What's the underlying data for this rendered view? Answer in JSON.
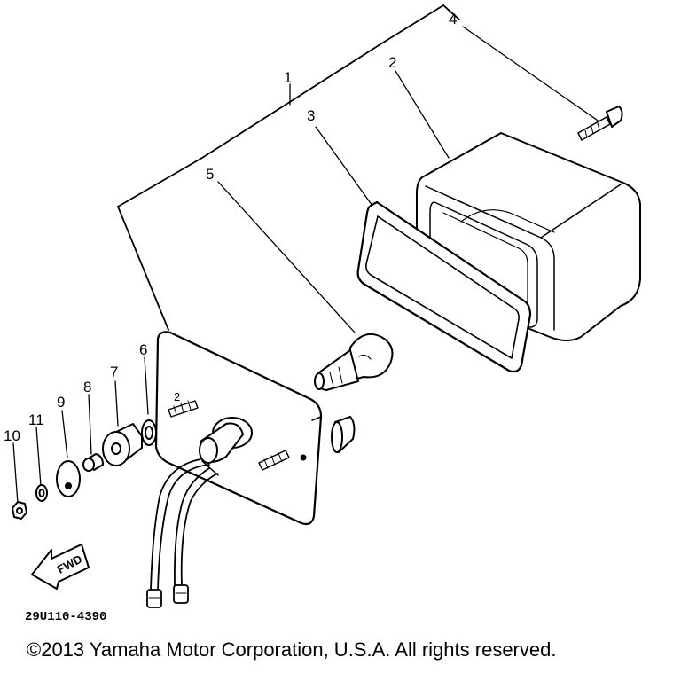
{
  "callouts": {
    "c1": "1",
    "c2": "2",
    "c3": "3",
    "c4": "4",
    "c5": "5",
    "c6": "6",
    "c7": "7",
    "c8": "8",
    "c9": "9",
    "c10": "10",
    "c11": "11"
  },
  "socket_mark": "2",
  "fwd_label": "FWD",
  "drawing_code": "29U110-4390",
  "copyright": "©2013 Yamaha Motor Corporation, U.S.A. All rights reserved."
}
